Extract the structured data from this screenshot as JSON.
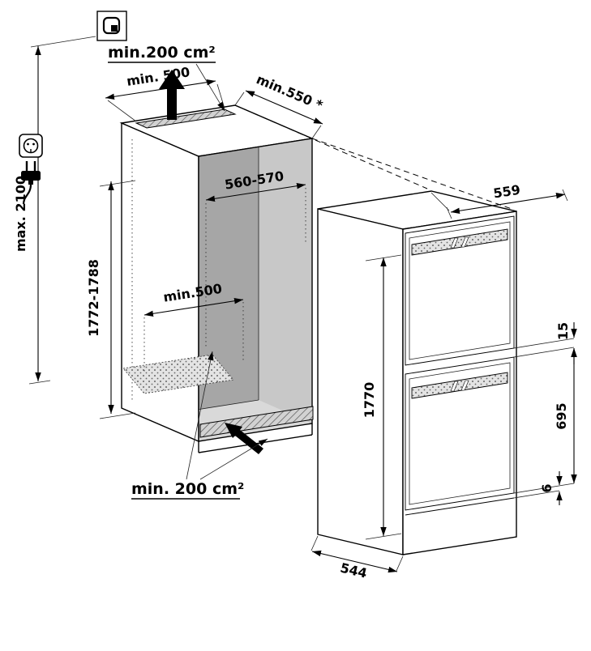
{
  "labels": {
    "top_vent": "min.200 cm²",
    "top_clearance_width": "min. 500",
    "niche_depth": "min.550 *",
    "appliance_width": "559",
    "niche_width": "560-570",
    "overall_height": "max. 2100",
    "niche_height": "1772-1788",
    "floor_vent_width": "min.500",
    "appliance_height": "1770",
    "door_gap": "15",
    "freezer_door_height": "695",
    "bottom_gap": "6",
    "bottom_vent": "min. 200 cm²",
    "appliance_depth": "544"
  },
  "colors": {
    "niche_base": "#c8c8c8",
    "niche_back_wall": "#a6a6a6",
    "niche_ceiling": "#b6b6b6",
    "niche_floor": "#d9d9d9",
    "hatch_bg": "#d2d2d2",
    "line": "#000000"
  }
}
